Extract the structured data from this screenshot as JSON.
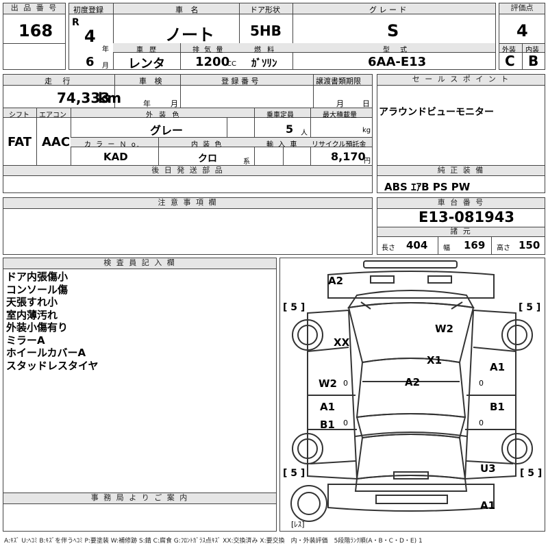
{
  "header": {
    "lot_label": "出 品 番 号",
    "lot_no": "168",
    "first_reg_label": "初度登録",
    "era": "R",
    "reg_year": "4",
    "year_unit": "年",
    "reg_month": "6",
    "month_unit": "月",
    "car_name_label": "車 名",
    "car_name": "ノート",
    "door_label": "ドア形状",
    "door": "5HB",
    "grade_label": "グ レ ー ド",
    "grade": "S",
    "score_label": "評価点",
    "score": "4",
    "history_label": "車 歴",
    "history": "レンタ",
    "disp_label": "排 気 量",
    "disp": "1200",
    "disp_unit": "CC",
    "fuel_label": "燃 料",
    "fuel": "ｶﾞｿﾘﾝ",
    "model_label": "型 式",
    "model": "6AA-E13",
    "ext_label": "外装",
    "ext": "C",
    "int_label": "内装",
    "int": "B"
  },
  "info": {
    "mileage_label": "走 行",
    "mileage": "74,333",
    "mileage_unit": "km",
    "inspection_label": "車 検",
    "year_unit": "年",
    "month_unit": "月",
    "regno_label": "登 録 番 号",
    "transfer_label": "譲渡書類期限",
    "t_month": "月",
    "t_day": "日",
    "shift_label": "シフト",
    "shift": "FAT",
    "ac_label": "エアコン",
    "ac": "AAC",
    "color_label": "外 装 色",
    "color": "グレー",
    "capacity_label": "乗車定員",
    "capacity": "5",
    "capacity_unit": "人",
    "load_label": "最大積載量",
    "load_unit": "kg",
    "colorno_label": "カ ラ ー Ｎ o.",
    "colorno": "KAD",
    "intcolor_label": "内 装 色",
    "intcolor": "クロ",
    "intcolor_unit": "系",
    "import_label": "輸 入 車",
    "recycle_label": "リサイクル預託金",
    "recycle": "8,170",
    "recycle_unit": "円",
    "later_label": "後 日 発 送 部 品"
  },
  "sales": {
    "label": "セ ー ル ス ポ イ ン ト",
    "text": "アラウンドビューモニター",
    "equip_label": "純 正 装 備",
    "equip": "ABS ｴｱB PS PW",
    "chassis_label": "車 台 番 号",
    "chassis": "E13-081943",
    "spec_label": "諸 元",
    "len_label": "長さ",
    "len": "404",
    "wid_label": "幅",
    "wid": "169",
    "hgt_label": "高さ",
    "hgt": "150"
  },
  "caution_label": "注 意 事 項 欄",
  "inspector": {
    "label": "検 査 員 記 入 欄",
    "notes": [
      "ドア内張傷小",
      "コンソール傷",
      "天張すれ小",
      "室内薄汚れ",
      "外装小傷有り",
      "ミラーA",
      "ホイールカバーA",
      "スタッドレスタイヤ"
    ]
  },
  "office_label": "事 務 局 よ り ご 案 内",
  "diagram": {
    "marks": [
      "A2",
      "W2",
      "XX",
      "X1",
      "A1",
      "W2",
      "A2",
      "A1",
      "B1",
      "B1",
      "U3",
      "A1"
    ],
    "tire_tl": "[ 5 ]",
    "tire_tr": "[ 5 ]",
    "tire_bl": "[ 5 ]",
    "tire_br": "[ 5 ]",
    "spare": "[ﾚｽ]",
    "zero": "0"
  },
  "legend": "A:ｷｽﾞ U:ﾍｺﾐ B:ｷｽﾞを伴うﾍｺﾐ P:要塗装 W:補修跡 S:錆 C:腐食 G:ﾌﾛﾝﾄｶﾞﾗｽ点ｷｽﾞ XX:交換済み X:要交換　内・外装評価　5段階ﾗﾝｸ順(A・B・C・D・E) 1"
}
